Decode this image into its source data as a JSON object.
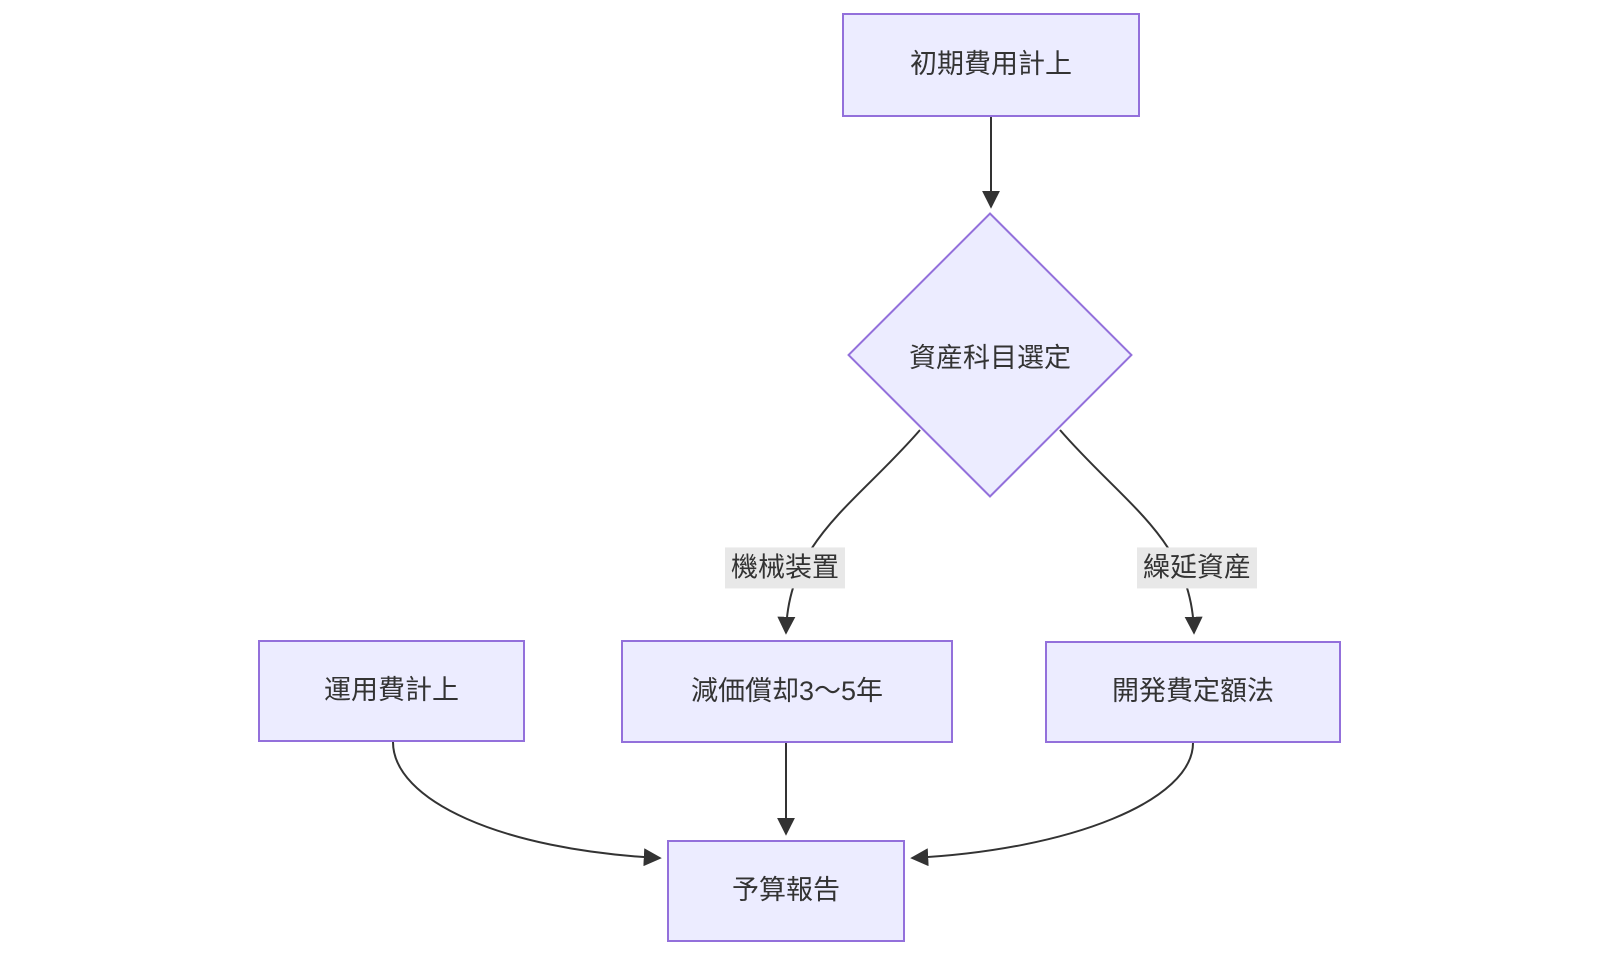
{
  "diagram": {
    "type": "flowchart",
    "direction": "top-down",
    "colors": {
      "background": "#ffffff",
      "node_fill": "#ECECFF",
      "node_border": "#9370DB",
      "edge_line": "#333333",
      "edge_label_bg": "#e8e8e8",
      "text": "#333333"
    },
    "nodes": [
      {
        "id": "initial_cost",
        "label": "初期費用計上",
        "shape": "rect"
      },
      {
        "id": "asset_account_selection",
        "label": "資産科目選定",
        "shape": "diamond"
      },
      {
        "id": "operating_cost",
        "label": "運用費計上",
        "shape": "rect"
      },
      {
        "id": "depreciation_3_5_years",
        "label": "減価償却3〜5年",
        "shape": "rect"
      },
      {
        "id": "development_cost_straight_line",
        "label": "開発費定額法",
        "shape": "rect"
      },
      {
        "id": "budget_report",
        "label": "予算報告",
        "shape": "rect"
      }
    ],
    "edges": [
      {
        "from": "initial_cost",
        "to": "asset_account_selection",
        "label": ""
      },
      {
        "from": "asset_account_selection",
        "to": "depreciation_3_5_years",
        "label": "機械装置"
      },
      {
        "from": "asset_account_selection",
        "to": "development_cost_straight_line",
        "label": "繰延資産"
      },
      {
        "from": "operating_cost",
        "to": "budget_report",
        "label": ""
      },
      {
        "from": "depreciation_3_5_years",
        "to": "budget_report",
        "label": ""
      },
      {
        "from": "development_cost_straight_line",
        "to": "budget_report",
        "label": ""
      }
    ]
  }
}
